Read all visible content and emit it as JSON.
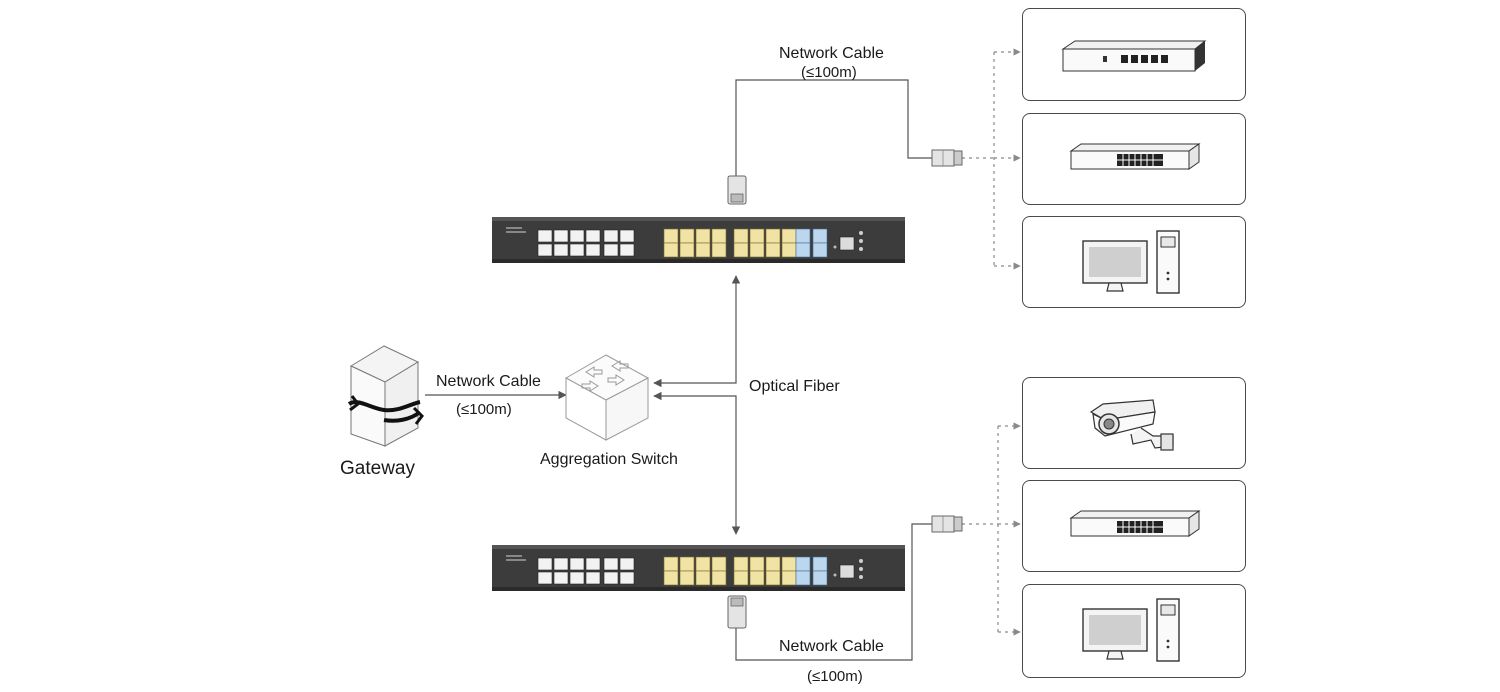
{
  "labels": {
    "network_cable": "Network Cable",
    "distance": "(≤100m)",
    "distance_left": "(≤100m)",
    "optical_fiber": "Optical Fiber",
    "gateway": "Gateway",
    "aggregation_switch": "Aggregation Switch"
  },
  "devices_top": [
    {
      "name": "router-icon"
    },
    {
      "name": "switch-icon"
    },
    {
      "name": "desktop-computer-icon"
    }
  ],
  "devices_bottom": [
    {
      "name": "security-camera-icon"
    },
    {
      "name": "switch-icon"
    },
    {
      "name": "desktop-computer-icon"
    }
  ],
  "colors": {
    "line": "#555555",
    "dotted": "#8a8a8a",
    "switch_body": "#3c3c3c",
    "port_yellow": "#f1e3a4",
    "port_blue": "#bcd6ee",
    "card_border": "#4a4a4a"
  }
}
